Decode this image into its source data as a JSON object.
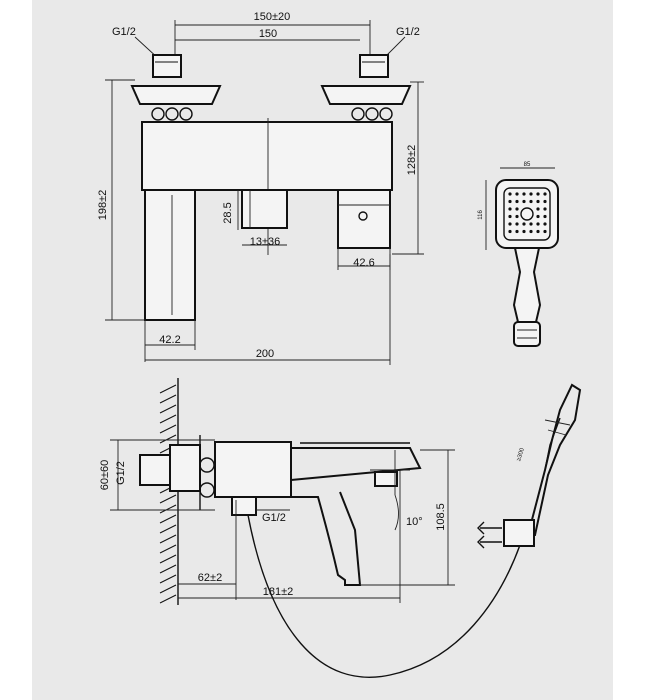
{
  "labels": {
    "thread_top_left": "G1/2",
    "thread_top_right": "G1/2",
    "centers_range": "150±20",
    "centers_nominal": "150",
    "height_total": "198±2",
    "height_outlet": "128±2",
    "spout_height": "28.5",
    "spout_width": "13±36",
    "outlet_width": "42.6",
    "base_width": "42.2",
    "total_width": "200",
    "handshower_width": "85",
    "handshower_height": "116",
    "side_vertical_range": "60±60",
    "side_thread": "G1/2",
    "outlet_thread": "G1/2",
    "angle": "10°",
    "side_height": "108.5",
    "wall_offset": "62±2",
    "projection": "181±2",
    "hose_length": "≥300"
  },
  "colors": {
    "sheet": "#e9e9e9",
    "line": "#111111"
  }
}
